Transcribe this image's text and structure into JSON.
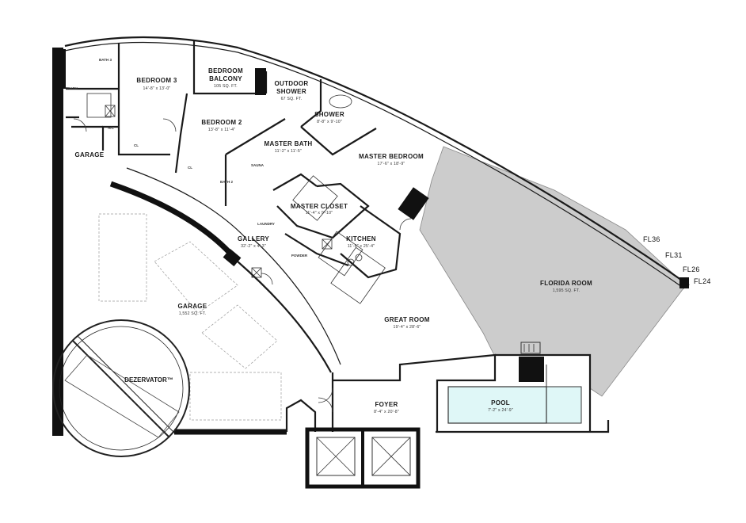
{
  "plan": {
    "accent": "#cccccc",
    "pool_color": "#dff7f7",
    "wall_color": "#111111",
    "rooms": {
      "bedroom3": {
        "name": "BEDROOM 3",
        "dim": "14'-8\" x 13'-0\""
      },
      "bedroom_balcony": {
        "name1": "BEDROOM",
        "name2": "BALCONY",
        "dim": "105 SQ. FT."
      },
      "outdoor_shower": {
        "name1": "OUTDOOR",
        "name2": "SHOWER",
        "dim": "67 SQ. FT."
      },
      "shower": {
        "name": "SHOWER",
        "dim": "8'-8\" x 9'-10\""
      },
      "bedroom2": {
        "name": "BEDROOM 2",
        "dim": "13'-8\" x 11'-4\""
      },
      "master_bath": {
        "name": "MASTER BATH",
        "dim": "11'-2\" x 11'-5\""
      },
      "master_bedroom": {
        "name": "MASTER BEDROOM",
        "dim": "17'-6\" x 18'-9\""
      },
      "garage_small": {
        "name": "GARAGE"
      },
      "master_closet": {
        "name": "MASTER CLOSET",
        "dim": "11'-4\" x 9'-10\""
      },
      "kitchen": {
        "name": "KITCHEN",
        "dim": "11'-4\" x 25'-4\""
      },
      "gallery": {
        "name": "GALLERY",
        "dim": "32'-2\" x 4'-3\""
      },
      "florida_room": {
        "name": "FLORIDA ROOM",
        "dim": "1,595 SQ. FT."
      },
      "garage_main": {
        "name": "GARAGE",
        "dim": "1,552 SQ. FT."
      },
      "great_room": {
        "name": "GREAT ROOM",
        "dim": "19'-4\" x 28'-6\""
      },
      "foyer": {
        "name": "FOYER",
        "dim": "8'-4\" x 20'-8\""
      },
      "pool": {
        "name": "POOL",
        "dim": "7'-2\" x 24'-9\""
      },
      "dezervator": {
        "name": "DEZERVATOR™"
      }
    },
    "small_labels": {
      "bath3": "BATH 3",
      "trash": "TRASH",
      "ac": "A/C",
      "cl1": "CL",
      "cl2": "CL",
      "bath2": "BATH 2",
      "sauna": "SAUNA",
      "laundry": "LAUNDRY",
      "powder": "POWDER"
    },
    "floors": [
      "FL36",
      "FL31",
      "FL26",
      "FL24"
    ]
  }
}
